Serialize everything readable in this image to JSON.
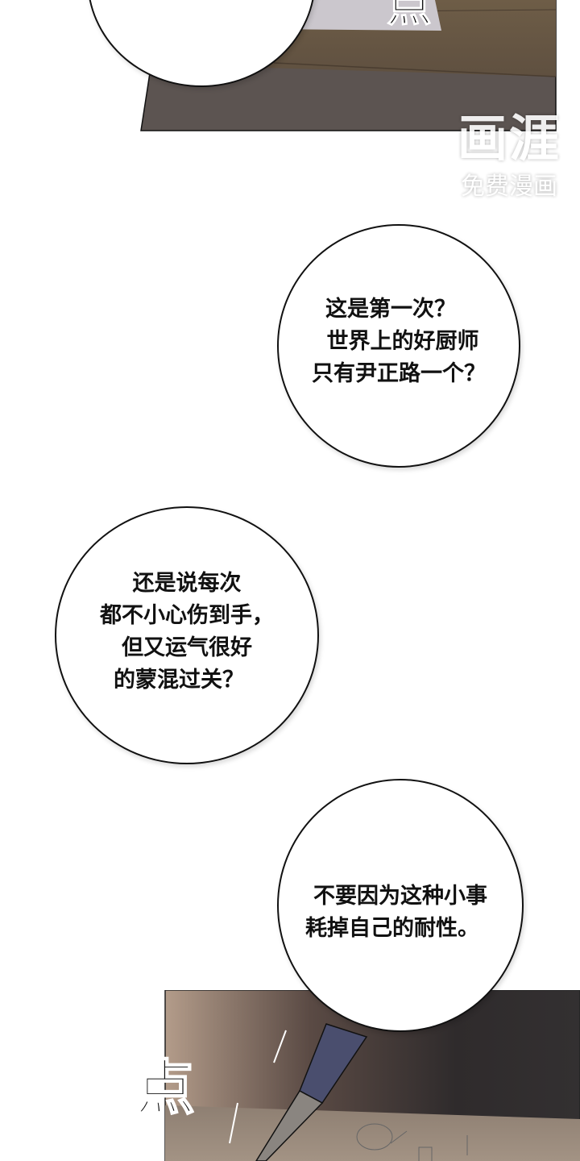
{
  "watermark": {
    "logo": "画涯",
    "subtitle": "免费漫画"
  },
  "panels": {
    "top": {
      "sfx": "点"
    },
    "bottom": {
      "sfx": "点"
    }
  },
  "bubbles": [
    {
      "lines": [
        "这是第一次？",
        "世界上的好厨师",
        "只有尹正路一个？"
      ]
    },
    {
      "lines": [
        "还是说每次",
        "都不小心伤到手，",
        "但又运气很好",
        "的蒙混过关？"
      ]
    },
    {
      "lines": [
        "不要因为这种小事",
        "耗掉自己的耐性。"
      ]
    }
  ],
  "colors": {
    "wood": "#6b5a45",
    "floor": "#5c5450",
    "paper": "#c9c5cb",
    "pen_body": "#4a4e6e"
  }
}
